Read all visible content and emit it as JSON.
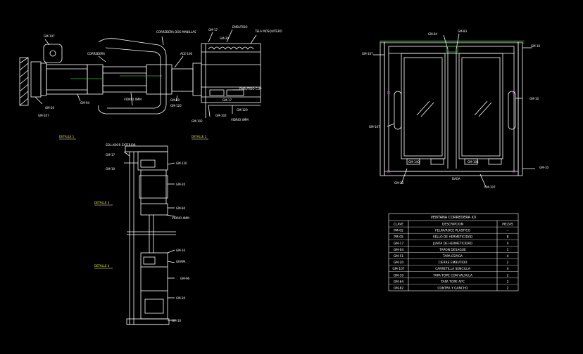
{
  "colors": {
    "background": "#000000",
    "line": "#ffffff",
    "accent_yellow": "#e6e600",
    "tag_green": "#3fae3f",
    "tag_magenta": "#c23cc2"
  },
  "labels": {
    "a1": "GM-107",
    "a2": "CORREDERA DOS MANILLAS",
    "a3": "CORREDERA",
    "a4": "VIDRIO 4MM",
    "a5": "GM-107",
    "a6": "GM-20",
    "a7": "GM-94",
    "a8": "ACE-100",
    "a9": "GM-20",
    "a10": "GM-120",
    "a11": "EMBUTIDO",
    "a12": "TELA MOSQUITERO",
    "a13": "GM-17",
    "a14": "GM-20",
    "a15": "EMBUTIDO CLIP",
    "a16": "GM-17",
    "a17": "GM-120",
    "a18": "GM-102",
    "a19": "VIDRIO 4MM",
    "a20": "GM-102",
    "s1": "DETALLE 1",
    "s2": "DETALLE 2",
    "v1": "SELLADOR EXTERIOR",
    "v2": "GM-17",
    "v3": "GM-10",
    "v4": "GM-120",
    "v5": "GM-20",
    "v6": "GM-94",
    "v7": "VIDRIO 4MM",
    "v8": "GM-10",
    "v9": "GRAPA",
    "v10": "GM-96",
    "v11": "GM-20",
    "v12": "GM-10",
    "s3": "DETALLE 3",
    "s4": "DETALLE 4",
    "e1": "GM-84",
    "e2": "GM-83",
    "e3": "GM-10",
    "e4": "GM-107",
    "e5": "GM-10",
    "e6": "GM-107",
    "e7": "GM-20",
    "e8": "GM-10",
    "e9": "GM-107",
    "e10": "GM-140",
    "e11": "GM-104",
    "e12": "DAGA"
  },
  "table": {
    "title": "VENTANA CORREDERA XX",
    "headers": [
      "CLAVE",
      "DESCRIPCION",
      "PIEZAS"
    ],
    "rows": [
      [
        "PM-02",
        "FELPA/ROCE PLASTICO",
        "--"
      ],
      [
        "PM-05",
        "SELLO DE HERMETICIDAD",
        "8"
      ],
      [
        "GM-17",
        "JUNTA DE HERMETICIDAD",
        "4"
      ],
      [
        "GM-04",
        "TAPON DESAGUE",
        "1"
      ],
      [
        "GM-51",
        "TAPA ESPIGA",
        "4"
      ],
      [
        "GM-20",
        "CIERRE EMBUTIDO",
        "2"
      ],
      [
        "GM-107",
        "CARRETILLA SENCILLA",
        "4"
      ],
      [
        "GM-10",
        "TAPA TOPE CON VALVULA",
        "2"
      ],
      [
        "GM-64",
        "TAPA TOPE APC",
        "2"
      ],
      [
        "GM-82",
        "CONTRA Y GANCHO",
        "2"
      ]
    ]
  }
}
